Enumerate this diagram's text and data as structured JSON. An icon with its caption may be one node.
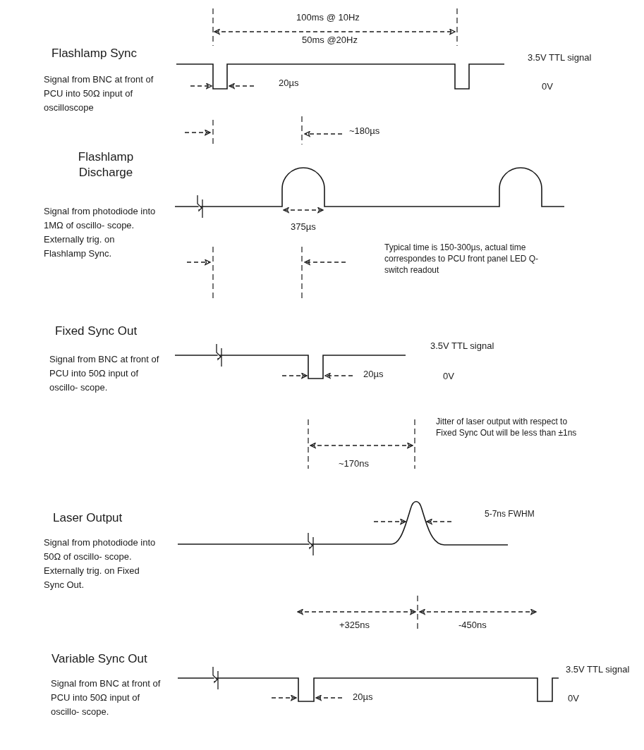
{
  "diagram": {
    "labels": [
      "100ms @ 10Hz",
      "50ms @20Hz",
      "Flashlamp Sync",
      "3.5V TTL signal",
      "Signal from BNC at front of PCU into 50Ω input of oscilloscope",
      "20µs",
      "0V",
      "~180µs",
      "Flashlamp Discharge",
      "Signal from photodiode into 1MΩ of oscillo- scope. Externally trig. on Flashlamp Sync.",
      "375µs",
      "Typical time is 150-300µs, actual time correspondes to PCU front panel LED Q-switch readout",
      "Fixed Sync Out",
      "3.5V TTL signal",
      "Signal from BNC at front of PCU into 50Ω input of oscillo- scope.",
      "20µs",
      "0V",
      "Jitter of laser output with respect to Fixed Sync Out will be less than ±1ns",
      "~170ns",
      "Laser Output",
      "5-7ns FWHM",
      "Signal from photodiode into 50Ω of oscillo- scope. Externally trig. on Fixed Sync Out.",
      "+325ns",
      "-450ns",
      "Variable Sync Out",
      "3.5V TTL signal",
      "Signal from BNC at front of PCU into 50Ω input of oscillo- scope.",
      "20µs",
      "0V"
    ]
  }
}
